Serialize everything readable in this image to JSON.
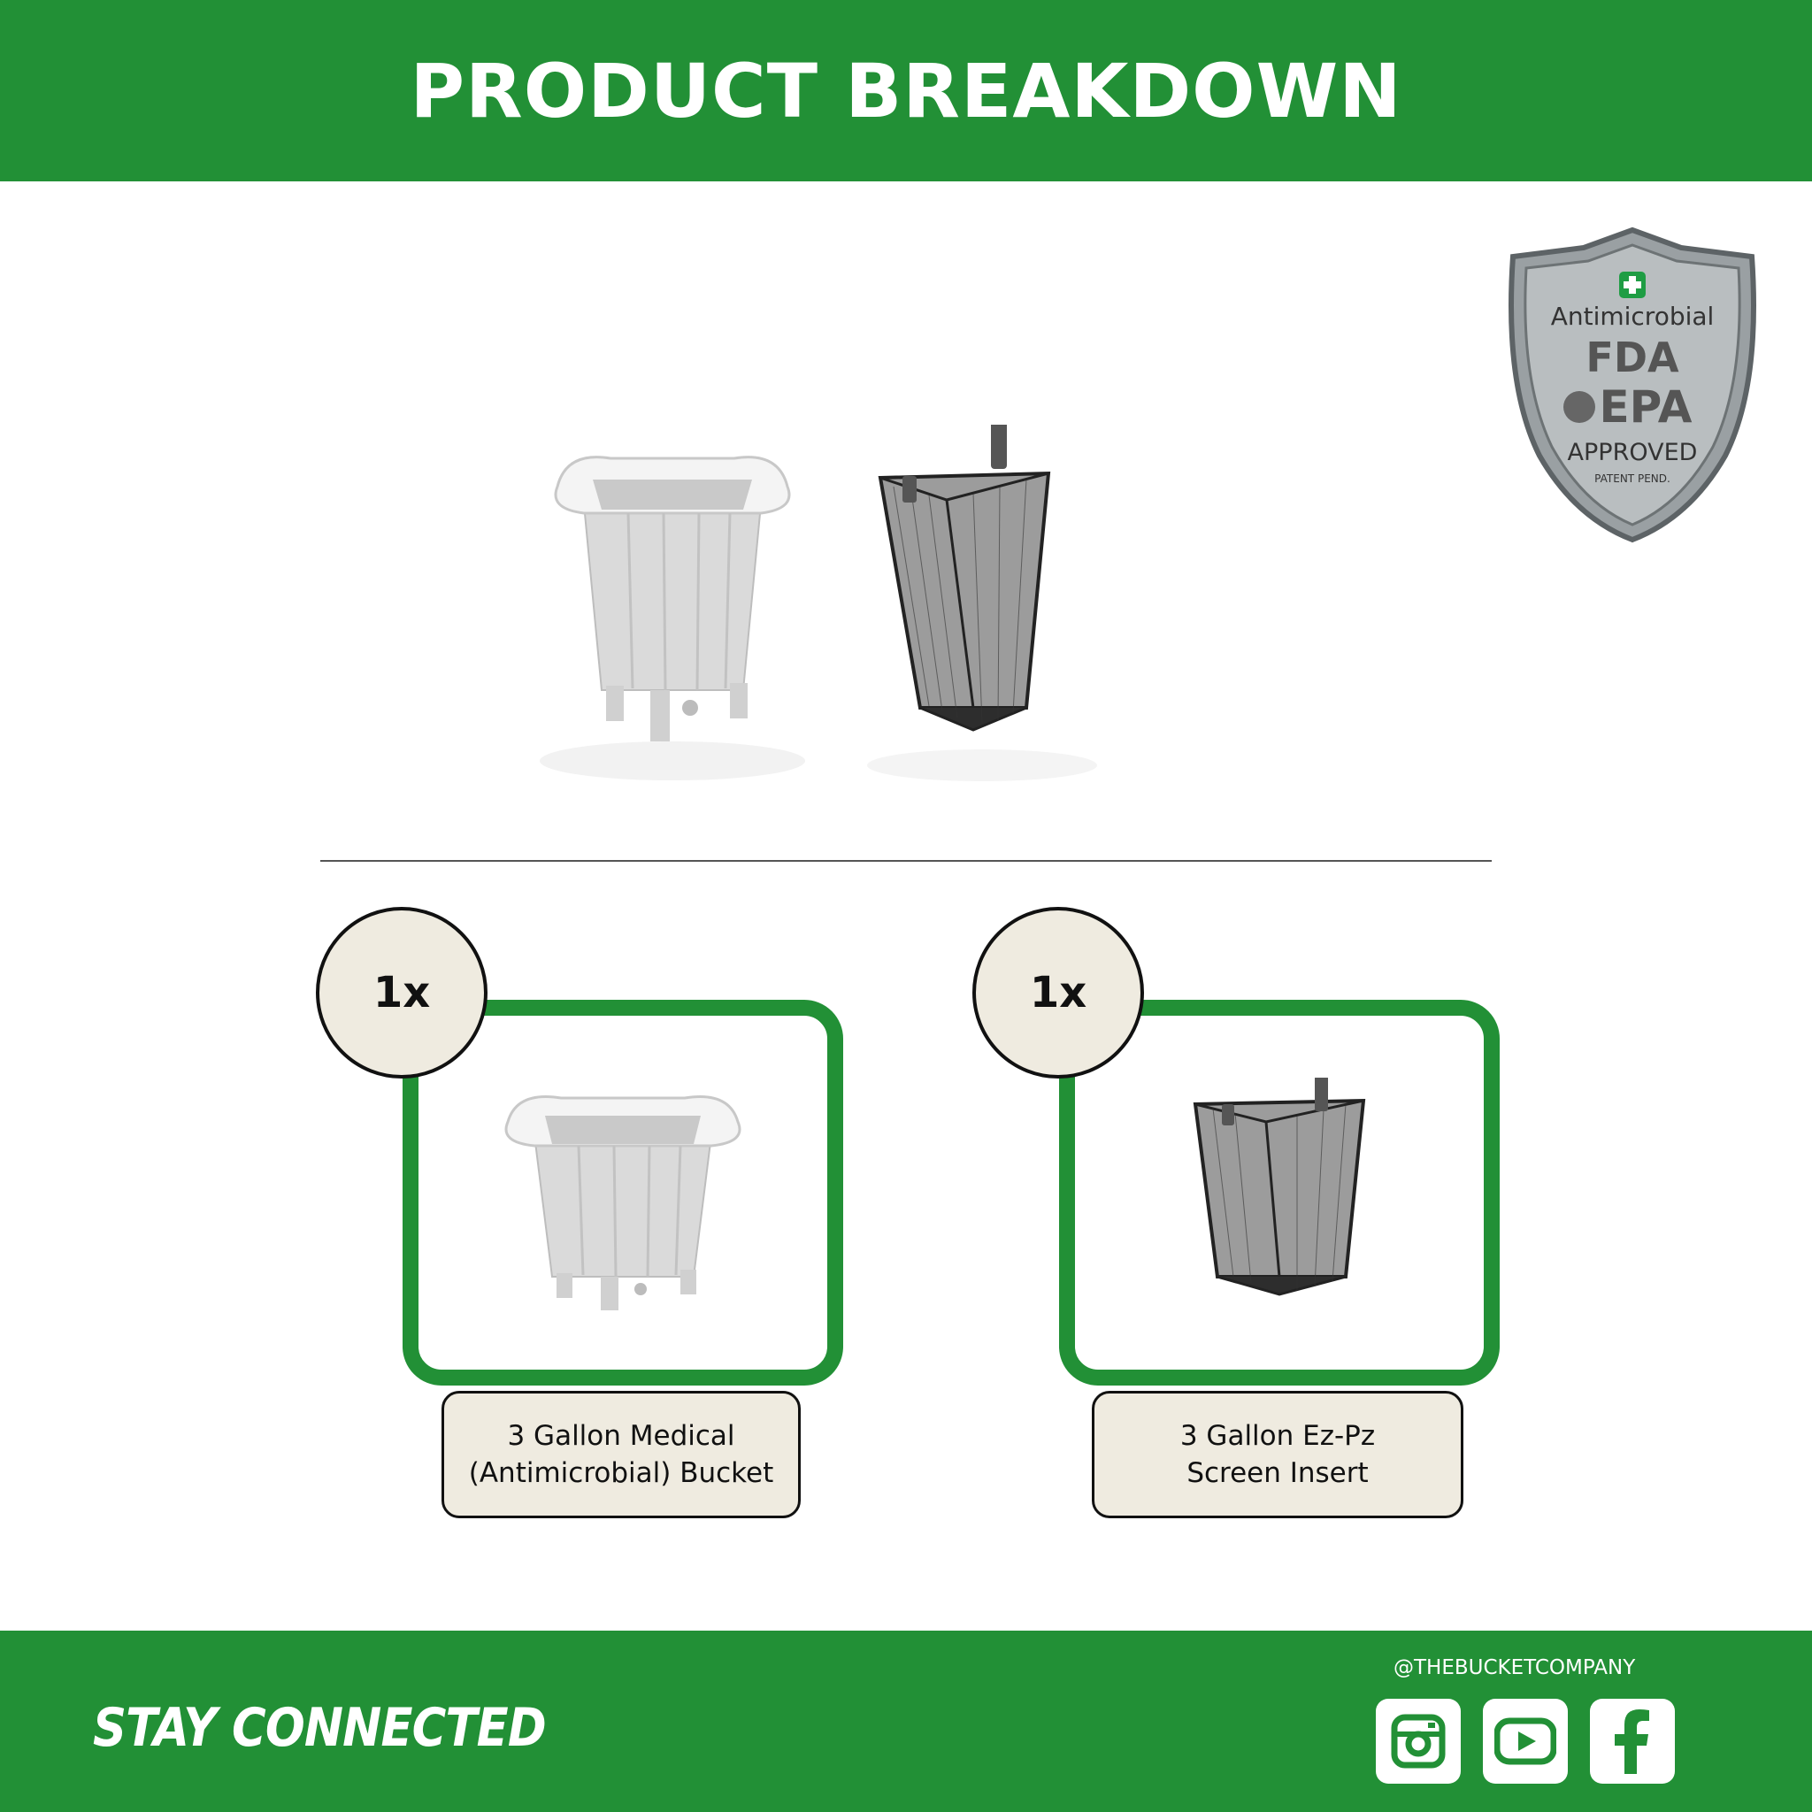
{
  "header": {
    "title": "PRODUCT BREAKDOWN"
  },
  "badge": {
    "line1": "Antimicrobial",
    "line2": "FDA",
    "line3": "EPA",
    "line4": "APPROVED",
    "line5": "PATENT PEND."
  },
  "items": [
    {
      "qty": "1x",
      "label_line1": "3 Gallon Medical",
      "label_line2": "(Antimicrobial) Bucket"
    },
    {
      "qty": "1x",
      "label_line1": "3 Gallon Ez-Pz",
      "label_line2": "Screen Insert"
    }
  ],
  "footer": {
    "stay_connected": "STAY CONNECTED",
    "handle": "@THEBUCKETCOMPANY",
    "socials": [
      "instagram-icon",
      "youtube-icon",
      "facebook-icon"
    ]
  },
  "colors": {
    "brand_green": "#229036",
    "cream": "#efebe0"
  }
}
